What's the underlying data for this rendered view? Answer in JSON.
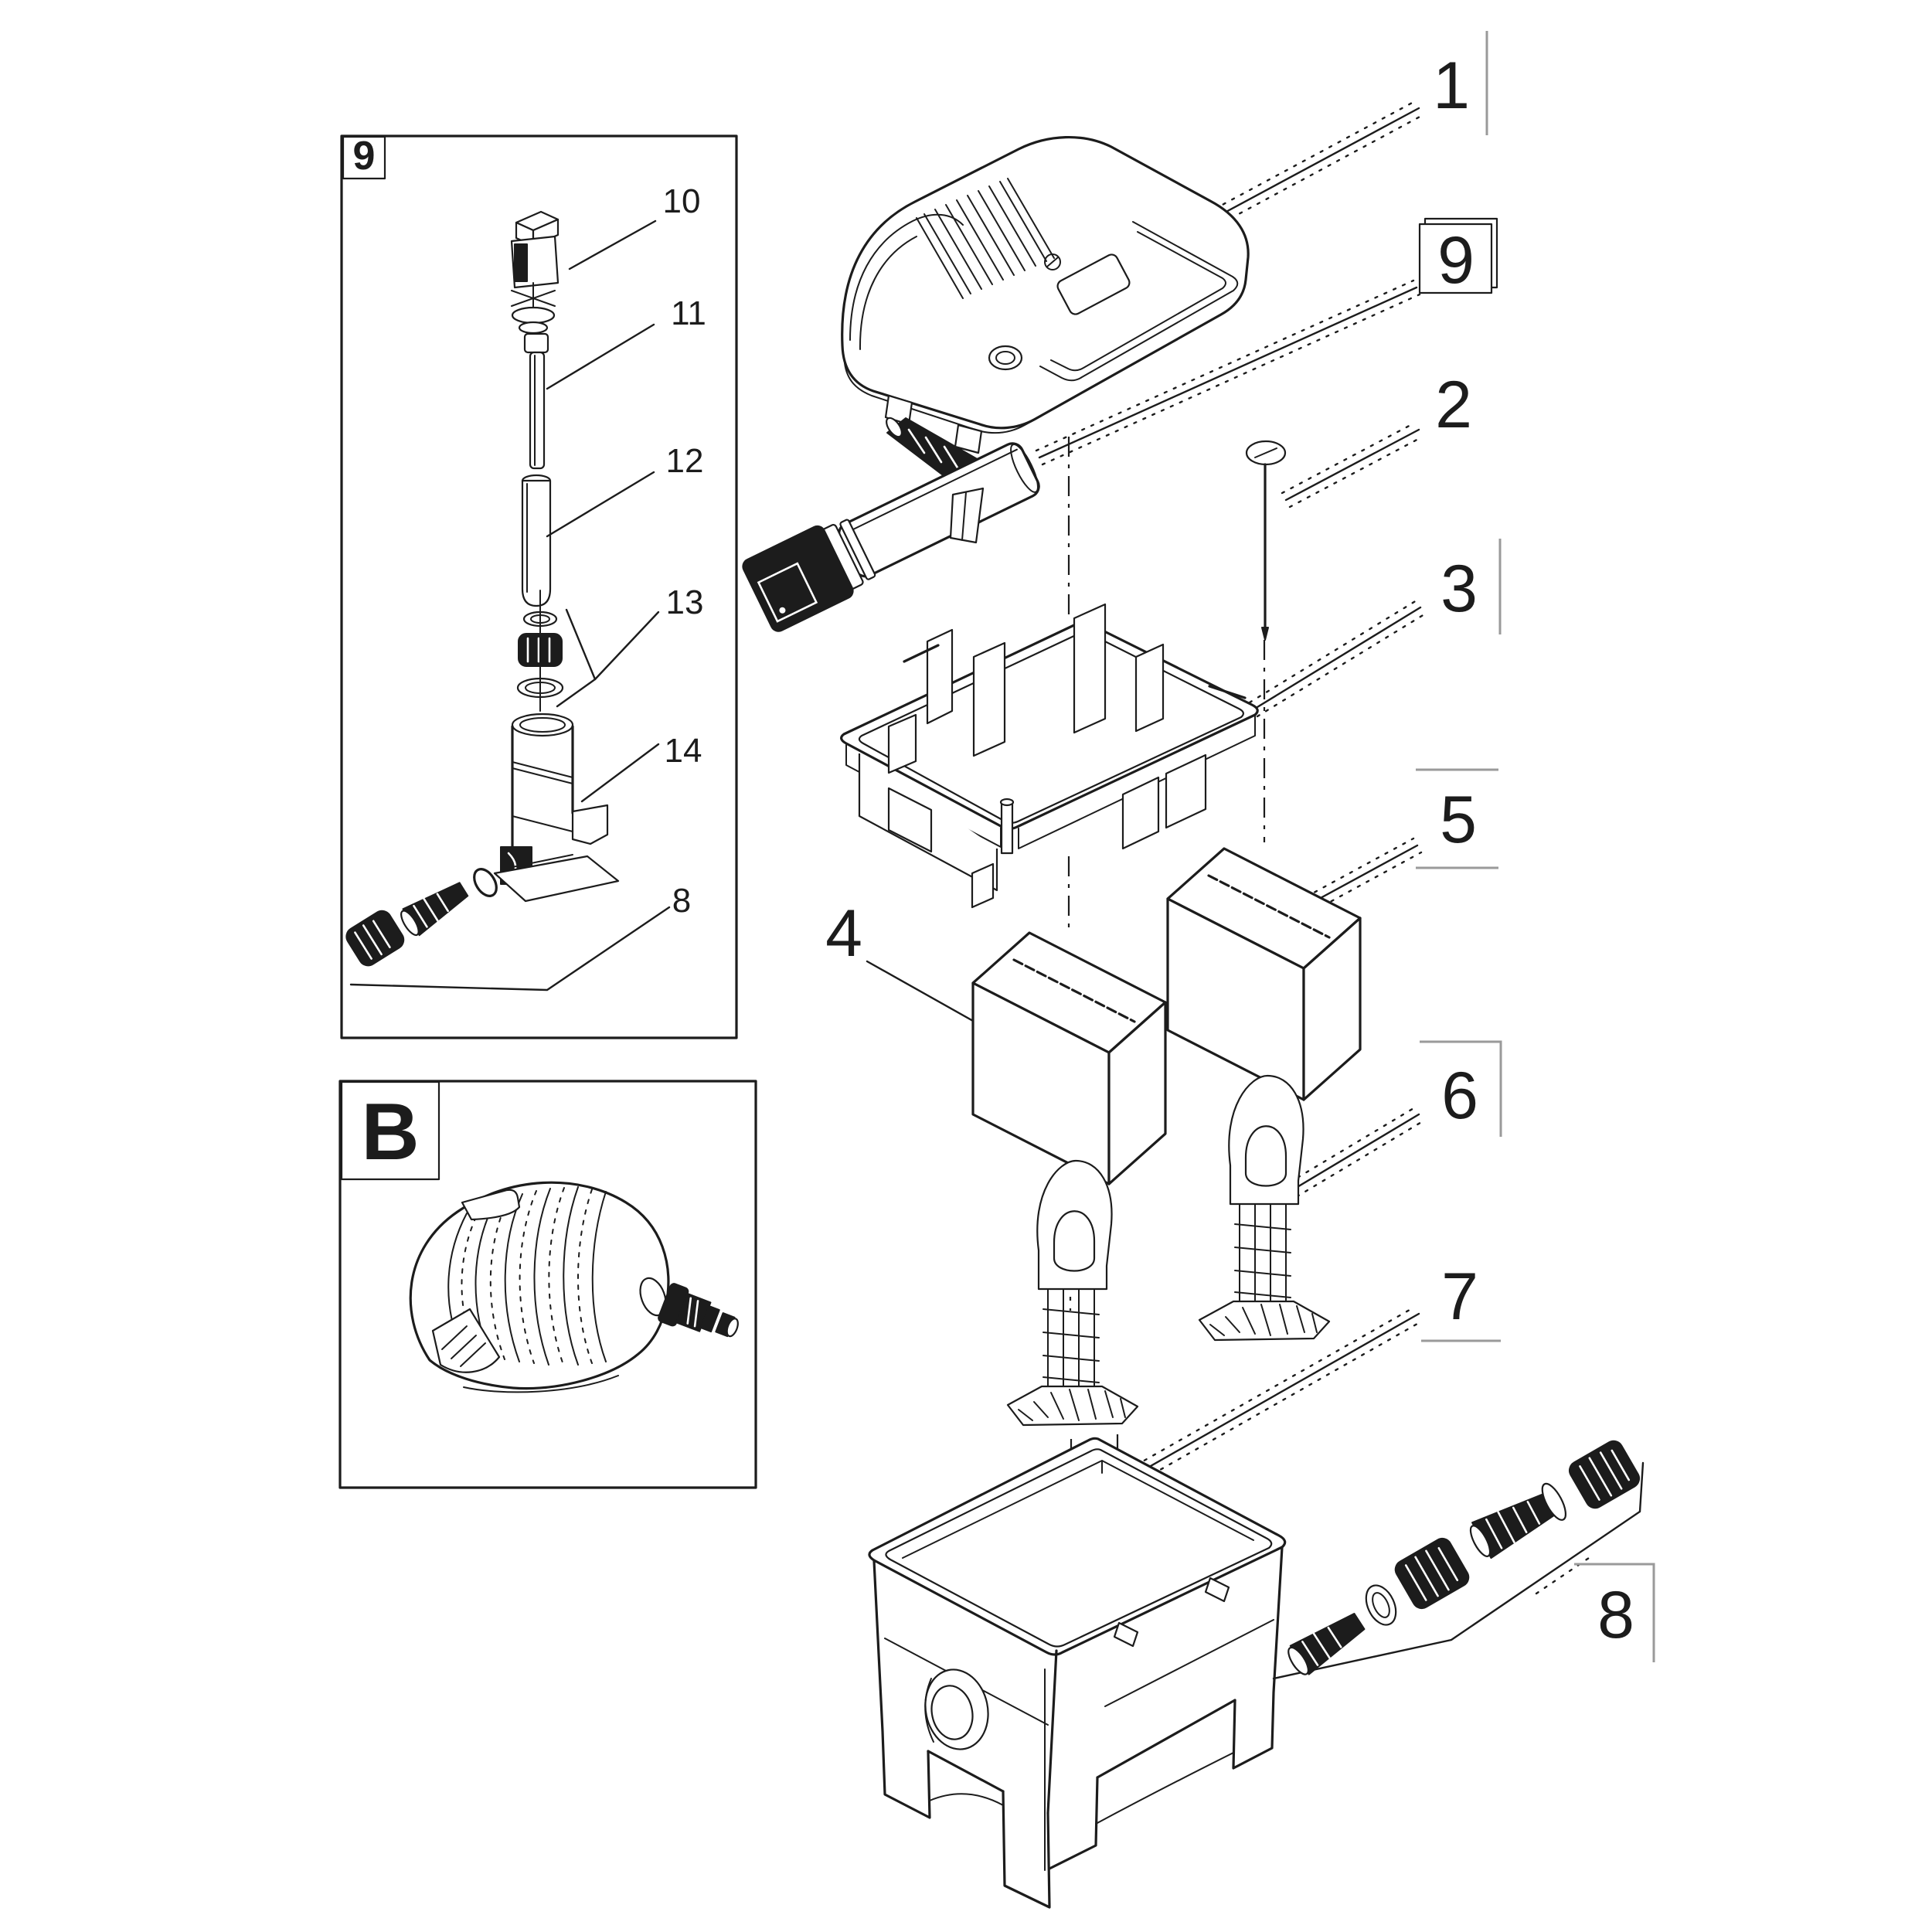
{
  "figure": {
    "kind": "exploded-parts-diagram",
    "colors": {
      "line": "#1c1c1c",
      "background": "#ffffff",
      "tick": "#9a9a9a"
    }
  },
  "callouts": {
    "main": [
      "1",
      "9",
      "2",
      "3",
      "4",
      "5",
      "6",
      "7",
      "8"
    ],
    "uvc_detail_box": "9",
    "uvc_detail": [
      "10",
      "11",
      "12",
      "13",
      "14",
      "8"
    ],
    "pump_box": "B"
  }
}
